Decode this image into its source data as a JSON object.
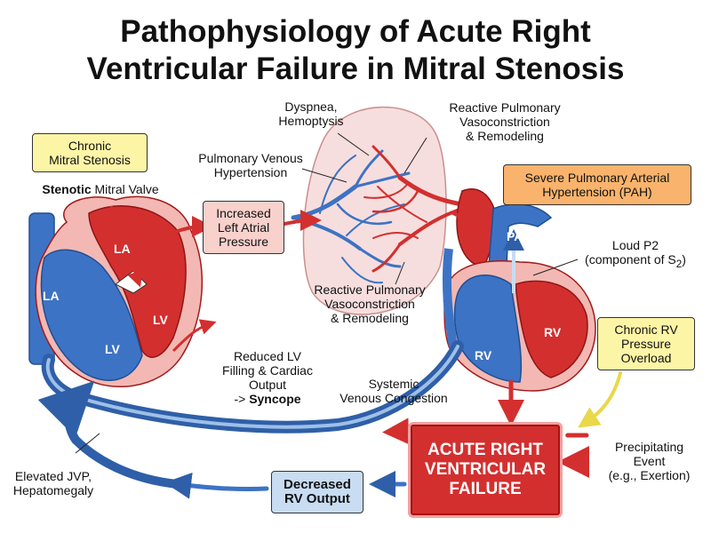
{
  "title": {
    "line1": "Pathophysiology of Acute Right",
    "line2": "Ventricular Failure in Mitral Stenosis"
  },
  "boxes": {
    "chronic_ms": [
      "Chronic",
      "Mitral Stenosis"
    ],
    "increased_la_pressure": [
      "Increased",
      "Left Atrial",
      "Pressure"
    ],
    "severe_pah": [
      "Severe Pulmonary Arterial",
      "Hypertension (PAH)"
    ],
    "chronic_rv_overload": [
      "Chronic RV",
      "Pressure",
      "Overload"
    ],
    "acute_rv_failure": [
      "ACUTE RIGHT",
      "VENTRICULAR",
      "FAILURE"
    ],
    "decreased_rv_output": [
      "Decreased",
      "RV Output"
    ]
  },
  "labels": {
    "stenotic_valve_bold": "Stenotic",
    "stenotic_valve_rest": " Mitral Valve",
    "dyspnea": [
      "Dyspnea,",
      "Hemoptysis"
    ],
    "pulm_venous_htn": [
      "Pulmonary Venous",
      "Hypertension"
    ],
    "reactive_top": [
      "Reactive Pulmonary",
      "Vasoconstriction",
      "& Remodeling"
    ],
    "reactive_bottom": [
      "Reactive Pulmonary",
      "Vasoconstriction",
      "& Remodeling"
    ],
    "loud_p2": [
      "Loud P2",
      "(component of S"
    ],
    "loud_p2_sub": "2",
    "loud_p2_close": ")",
    "reduced_lv": [
      "Reduced LV",
      "Filling & Cardiac",
      "Output"
    ],
    "syncope_prefix": "-> ",
    "syncope": "Syncope",
    "systemic_congestion": [
      "Systemic",
      "Venous Congestion"
    ],
    "precipitating": [
      "Precipitating",
      "Event",
      "(e.g., Exertion)"
    ],
    "elevated_jvp": [
      "Elevated JVP,",
      "Hepatomegaly"
    ]
  },
  "chambers": {
    "left_la_red": "LA",
    "left_la_blue": "LA",
    "left_lv_red": "LV",
    "left_lv_blue": "LV",
    "right_pa": "PA",
    "right_rv_red": "RV",
    "right_rv_blue": "RV"
  },
  "colors": {
    "red": "#d32f2f",
    "dark_red": "#a11a1a",
    "blue": "#3d73c4",
    "dark_blue": "#1f4f94",
    "pink": "#f3b8b3",
    "lung": "#f7dede",
    "light_blue": "#c8dcf2",
    "yellow": "#fdf5a6",
    "orange": "#f9b36c"
  }
}
